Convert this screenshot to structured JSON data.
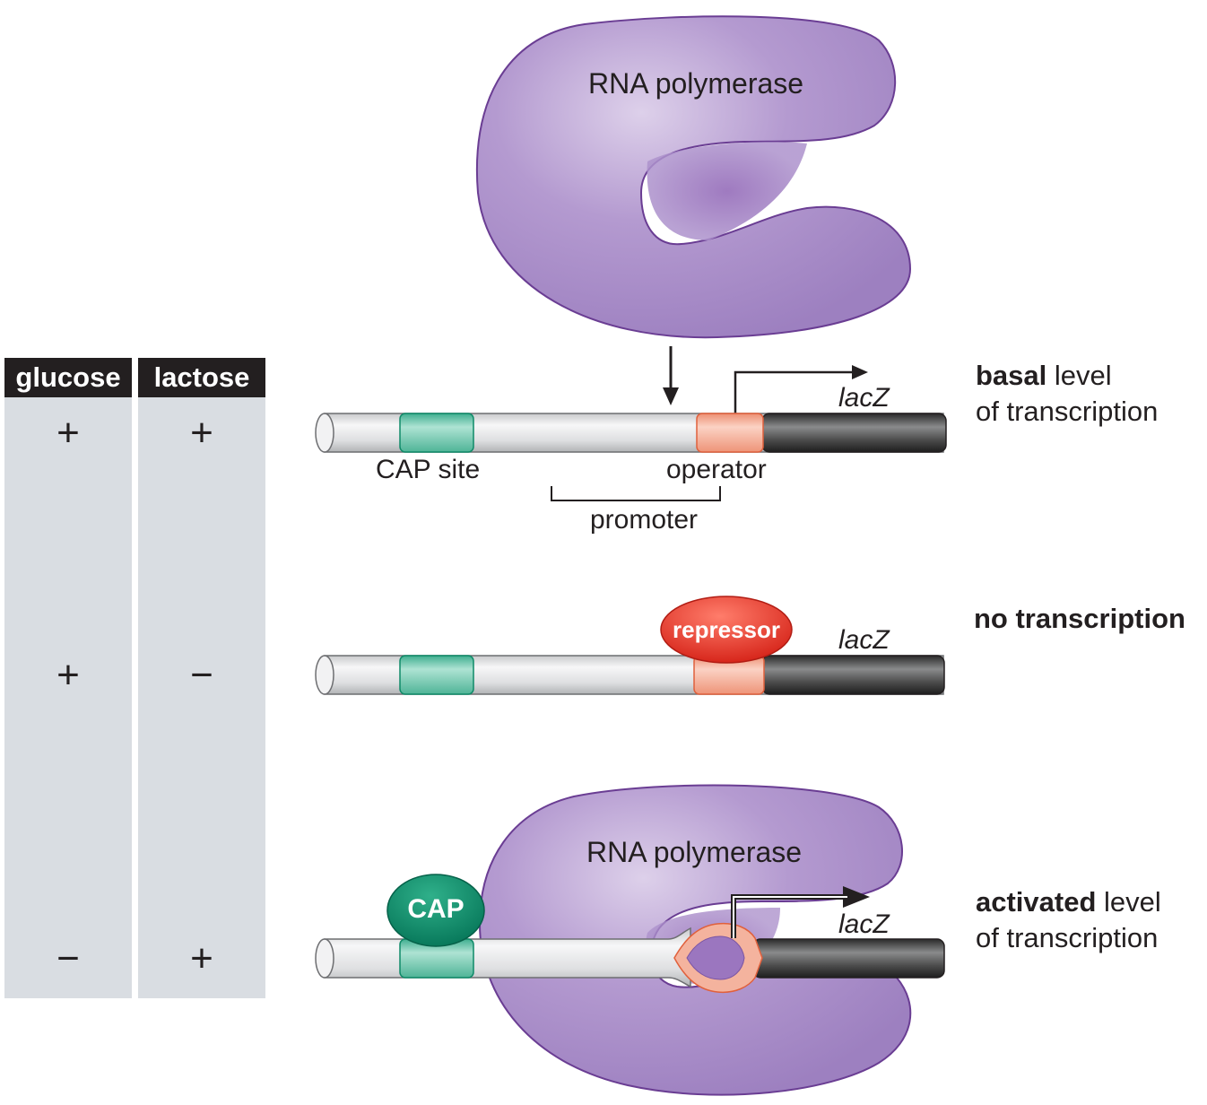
{
  "table": {
    "headers": [
      "glucose",
      "lactose"
    ],
    "rows": [
      {
        "glucose": "+",
        "lactose": "+"
      },
      {
        "glucose": "+",
        "lactose": "−"
      },
      {
        "glucose": "−",
        "lactose": "+"
      }
    ]
  },
  "panel1": {
    "polymerase_label": "RNA polymerase",
    "gene_label": "lacZ",
    "cap_site_label": "CAP site",
    "operator_label": "operator",
    "promoter_label": "promoter",
    "status_bold": "basal",
    "status_rest": "level",
    "status_line2": "of transcription"
  },
  "panel2": {
    "repressor_label": "repressor",
    "gene_label": "lacZ",
    "status_bold": "no transcription"
  },
  "panel3": {
    "polymerase_label": "RNA polymerase",
    "cap_label": "CAP",
    "gene_label": "lacZ",
    "status_bold": "activated",
    "status_rest": "level",
    "status_line2": "of transcription"
  },
  "colors": {
    "polymerase": "#a88bc7",
    "cap": "#0b8a68",
    "cap_site": "#5fc4a8",
    "operator": "#f2a58c",
    "repressor": "#e53a2c",
    "lacZ": "#3b3b3b",
    "dna": "#e6e7e8",
    "table_bg": "#d9dde2",
    "table_header": "#231f20"
  }
}
